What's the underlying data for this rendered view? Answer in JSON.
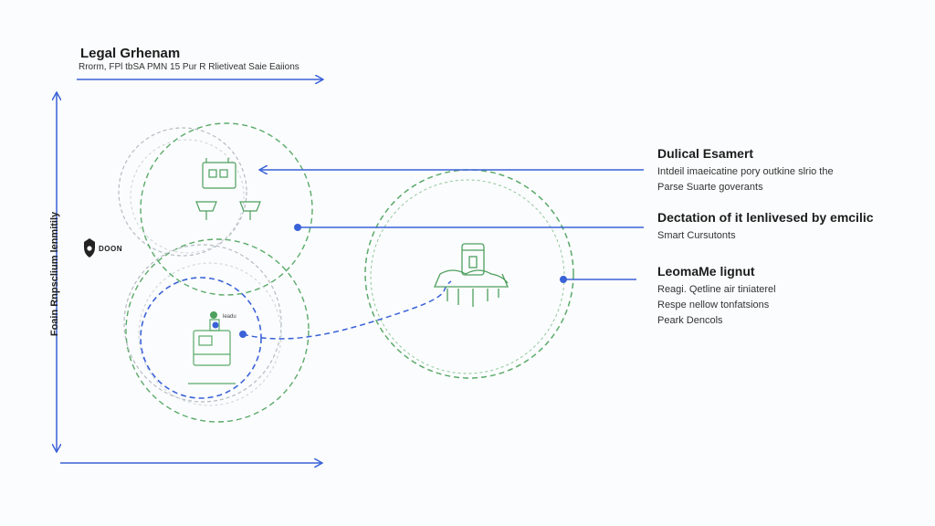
{
  "diagram": {
    "title": "Legal Grhenam",
    "subtitle": "Rrorm, FPl tbSA PMN 15 Pur R Rlietiveat Saie Eaiions",
    "y_axis_label": "Foain Rnpsclium lenmitily",
    "logo_text": "DOON",
    "small_node_label": "leadu",
    "callouts": [
      {
        "heading": "Dulical Esamert",
        "lines": [
          "Intdeil imaeicatine pory outkine slrio the",
          "Parse Suarte goverants"
        ]
      },
      {
        "heading": "Dectation of it lenlivesed by emcilic",
        "lines": [
          "Smart Cursutonts"
        ]
      },
      {
        "heading": "LeomaMe lignut",
        "lines": [
          "Reagi. Qetline air tiniaterel",
          "Respe nellow tonfatsions",
          "Peark Dencols"
        ]
      }
    ],
    "colors": {
      "axis_blue": "#3a62d8",
      "circle_green": "#5aaa6a",
      "circle_grey": "#b4bcc0",
      "connector_blue": "#3a62d8"
    },
    "icons": [
      "building-icon",
      "flask-icon",
      "machine-icon",
      "shield-icon"
    ]
  }
}
